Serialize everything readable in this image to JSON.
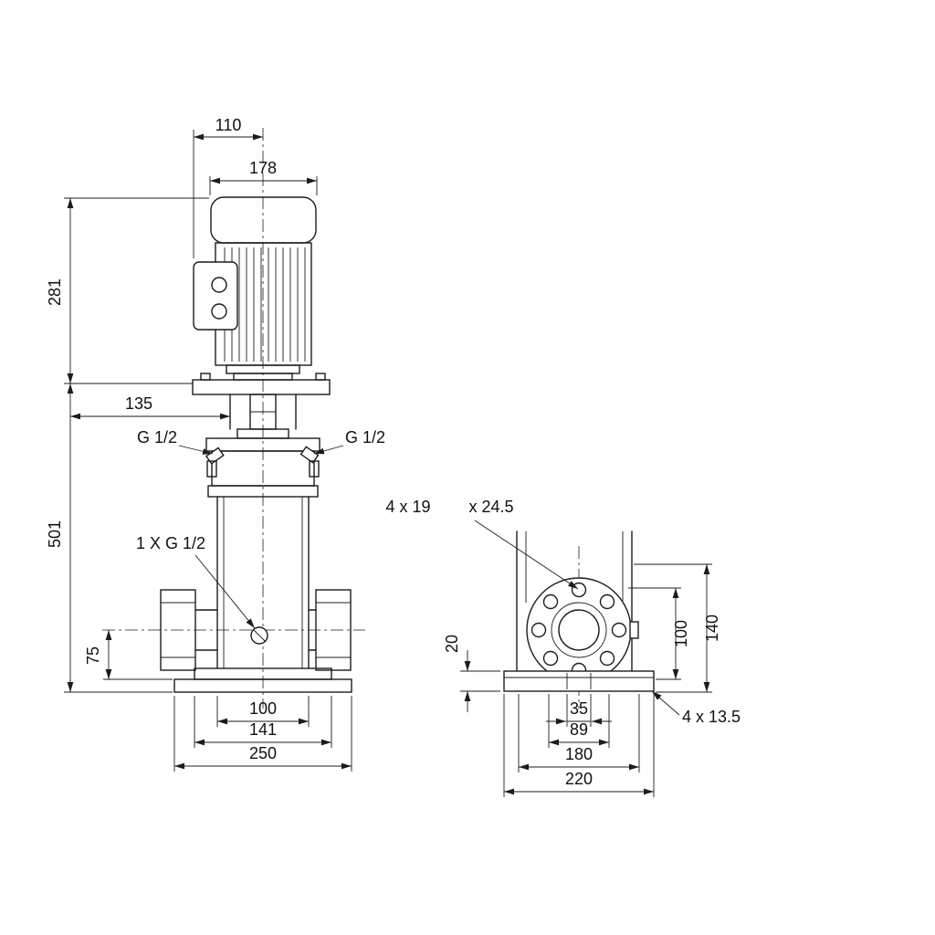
{
  "front_view": {
    "dim_terminal_box": "110",
    "dim_motor_width": "178",
    "dim_motor_height": "281",
    "dim_coupling": "135",
    "dim_pump_height": "501",
    "plug_left_label": "G 1/2",
    "plug_right_label": "G 1/2",
    "drain_label": "1 X G 1/2",
    "dim_port_height": "75",
    "dim_base_inner": "100",
    "dim_base_mid": "141",
    "dim_base_outer": "250"
  },
  "side_view": {
    "flange_holes_label": "4 x 19",
    "spotface_label": "x 24.5",
    "dim_base_thickness": "20",
    "dim_flange_height": "100",
    "dim_total_height": "140",
    "base_holes_label": "4 x 13.5",
    "dim_holes_inner": "35",
    "dim_holes_outer": "89",
    "dim_base_mid": "180",
    "dim_base_outer": "220"
  }
}
